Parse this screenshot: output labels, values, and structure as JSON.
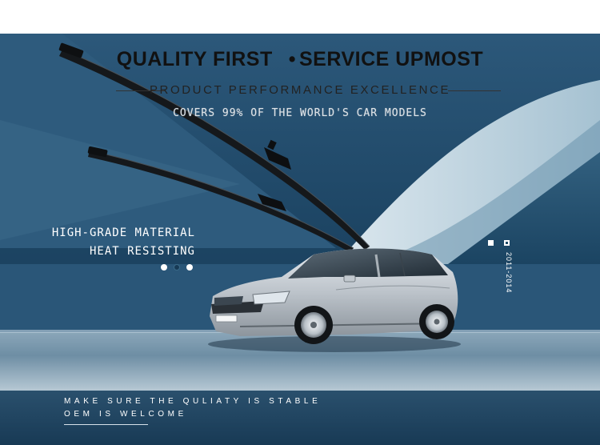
{
  "banner": {
    "headline_left": "QUALITY FIRST",
    "headline_bullet": "•",
    "headline_right": "SERVICE UPMOST",
    "subline": "PRODUCT PERFORMANCE EXCELLENCE",
    "coverage": "COVERS 99% OF THE WORLD'S CAR MODELS"
  },
  "features": [
    "HIGH-GRADE MATERIAL",
    "HEAT RESISTING"
  ],
  "side_label": "2011-2014",
  "footer": {
    "line1": "MAKE SURE THE QULIATY IS STABLE",
    "line2": "OEM IS WELCOME"
  },
  "colors": {
    "deep_blue": "#1b4160",
    "steel_blue": "#3e6986",
    "pale_blue": "#b6cbd8",
    "car_silver": "#c9cfd5"
  },
  "icons": [
    "wiper-blade-icon",
    "hatchback-car-icon",
    "carousel-dot-icon",
    "square-marker-icon"
  ]
}
